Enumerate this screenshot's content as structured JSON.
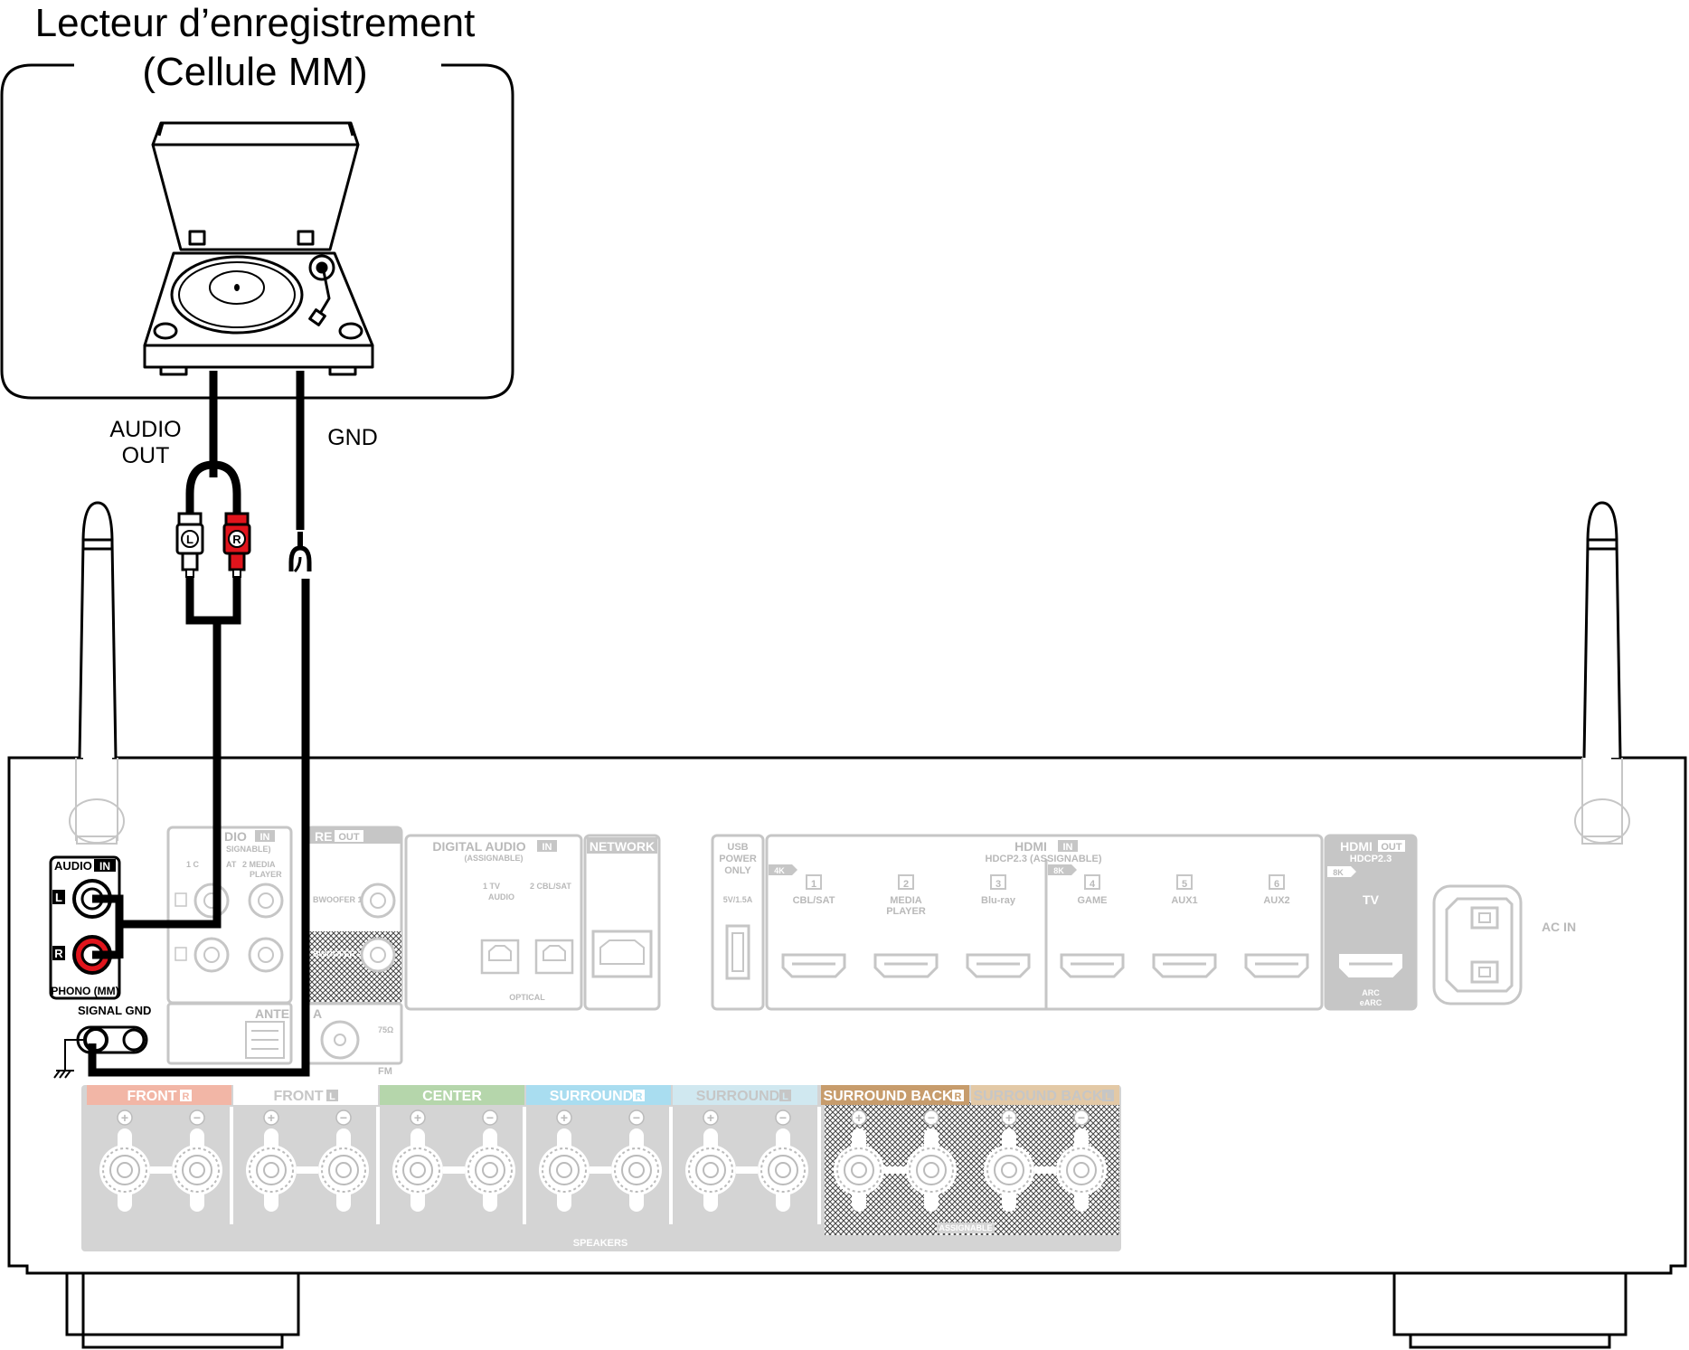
{
  "device": {
    "title_line1": "Lecteur d’enregistrement",
    "title_line2": "(Cellule MM)"
  },
  "cables": {
    "audio_out_line1": "AUDIO",
    "audio_out_line2": "OUT",
    "gnd": "GND",
    "plug_left": "L",
    "plug_right": "R"
  },
  "phono_panel": {
    "header": "AUDIO",
    "header_badge": "IN",
    "left": "L",
    "right": "R",
    "footer": "PHONO (MM)",
    "signal_gnd": "SIGNAL GND"
  },
  "panel": {
    "audio_in_partial": "DIO",
    "audio_in_badge": "IN",
    "assignable_partial": "SIGNABLE)",
    "cd_partial": "1 C",
    "sat_partial": "AT",
    "media_player_partial_1": "2  MEDIA",
    "media_player_partial_2": "PLAYER",
    "pre_out_partial": "RE",
    "pre_out_badge": "OUT",
    "subwoofer1_partial": "BWOOFER 1",
    "subwoofer2_partial": "BWOOFER 2",
    "antenna_partial_1": "ANTE",
    "antenna_partial_2": "A",
    "ohm": "75Ω",
    "fm": "FM",
    "digital_audio": "DIGITAL AUDIO",
    "digital_audio_badge": "IN",
    "digital_assignable": "(ASSIGNABLE)",
    "optical_1": "1   TV",
    "optical_1b": "AUDIO",
    "optical_2": "2 CBL/SAT",
    "optical": "OPTICAL",
    "network": "NETWORK",
    "usb_1": "USB",
    "usb_2": "POWER",
    "usb_3": "ONLY",
    "usb_rating": "5V/1.5A",
    "hdmi_in": "HDMI",
    "hdmi_in_badge": "IN",
    "hdmi_in_sub": "HDCP2.3  (ASSIGNABLE)",
    "badge_4k": "4K",
    "badge_8k": "8K",
    "hdmi_inputs": [
      {
        "num": "1",
        "name": "CBL/SAT",
        "name2": ""
      },
      {
        "num": "2",
        "name": "MEDIA",
        "name2": "PLAYER"
      },
      {
        "num": "3",
        "name": "Blu-ray",
        "name2": ""
      },
      {
        "num": "4",
        "name": "GAME",
        "name2": ""
      },
      {
        "num": "5",
        "name": "AUX1",
        "name2": ""
      },
      {
        "num": "6",
        "name": "AUX2",
        "name2": ""
      }
    ],
    "hdmi_out": "HDMI",
    "hdmi_out_badge": "OUT",
    "hdmi_out_sub": "HDCP2.3",
    "hdmi_out_8k": "8K",
    "hdmi_out_tv": "TV",
    "arc": "ARC",
    "earc": "eARC",
    "ac_in": "AC IN",
    "speakers": "SPEAKERS",
    "assignable": "ASSIGNABLE",
    "speaker_groups": [
      {
        "label": "FRONT",
        "side": "R",
        "color": "#f2b6a6"
      },
      {
        "label": "FRONT",
        "side": "L",
        "color": "#ffffff"
      },
      {
        "label": "CENTER",
        "side": "",
        "color": "#b5d6ab"
      },
      {
        "label": "SURROUND",
        "side": "R",
        "color": "#a9ddf0"
      },
      {
        "label": "SURROUND",
        "side": "L",
        "color": "#d0e8f0"
      },
      {
        "label": "SURROUND BACK",
        "side": "R",
        "color": "#c79c6c"
      },
      {
        "label": "SURROUND BACK",
        "side": "L",
        "color": "#e3c9a6"
      }
    ],
    "plus": "+",
    "minus": "−"
  },
  "colors": {
    "red": "#e0141c",
    "cable": "#000000",
    "faint": "#c6c6c6"
  }
}
